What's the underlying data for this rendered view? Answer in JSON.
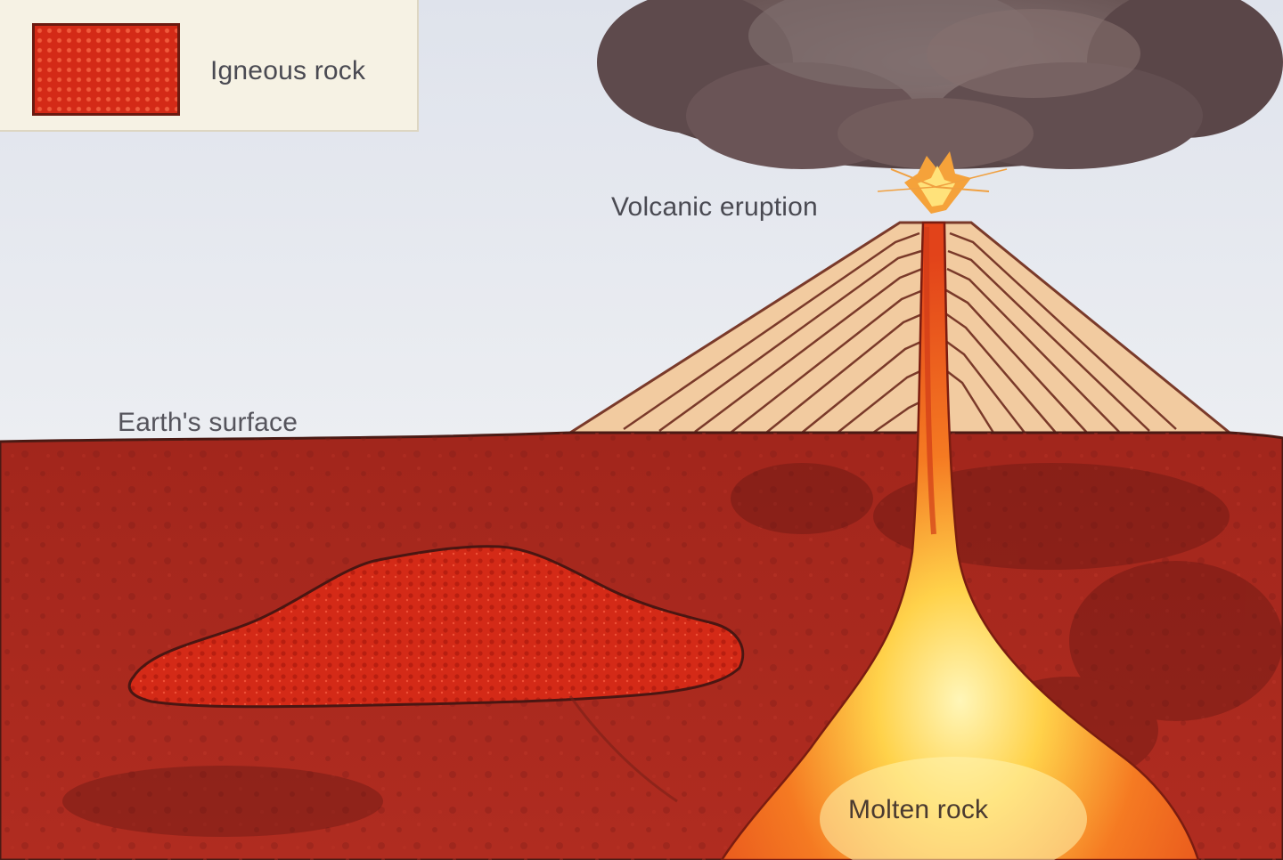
{
  "legend": {
    "items": [
      {
        "label": "Igneous rock",
        "color": "#d42a17"
      }
    ]
  },
  "labels": {
    "volcanic_eruption": "Volcanic eruption",
    "earths_surface": "Earth's surface",
    "molten_rock": "Molten rock"
  },
  "colors": {
    "sky": "#e6e8ee",
    "crust": "#a8281e",
    "igneous": "#d42a17",
    "magma": "#ee4a1a",
    "ash": "#6a5858",
    "volcano_layers": "#f0c89a"
  }
}
